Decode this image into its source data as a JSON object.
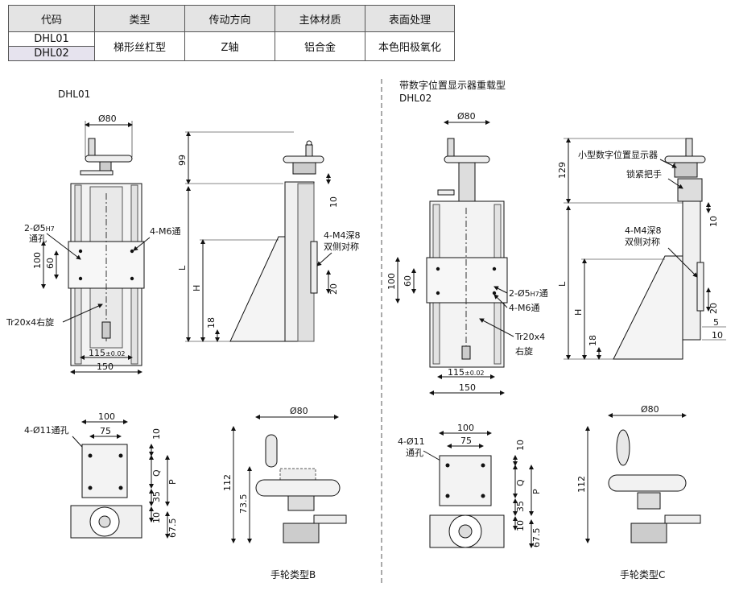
{
  "table": {
    "headers": [
      "代码",
      "类型",
      "传动方向",
      "主体材质",
      "表面处理"
    ],
    "models": [
      "DHL01",
      "DHL02"
    ],
    "type": "梯形丝杠型",
    "direction": "Z轴",
    "material": "铝合金",
    "surface": "本色阳极氧化"
  },
  "left": {
    "title": "DHL01",
    "dim_dia80": "Ø80",
    "hole_callout_1": "2-Ø5",
    "hole_callout_sub": "H7",
    "hole_callout_2": "通孔",
    "thread_callout": "4-M6通",
    "dim_100": "100",
    "dim_60": "60",
    "screw_callout": "Tr20x4右旋",
    "dim_115": "115",
    "dim_115_tol": "±0.02",
    "dim_150": "150",
    "side_dim_99": "99",
    "side_dim_10": "10",
    "side_dim_L": "L",
    "side_dim_H": "H",
    "side_dim_18": "18",
    "side_callout_1": "4-M4深8",
    "side_callout_2": "双侧对称",
    "side_dim_20": "20",
    "bottom_callout": "4-Ø11通孔",
    "bottom_dim_100": "100",
    "bottom_dim_75": "75",
    "bottom_dim_10a": "10",
    "bottom_dim_Q": "Q",
    "bottom_dim_P": "P",
    "bottom_dim_35": "35",
    "bottom_dim_10b": "10",
    "bottom_dim_675": "67.5",
    "wheel_dim_80": "Ø80",
    "wheel_dim_112": "112",
    "wheel_dim_735": "73.5",
    "wheel_caption": "手轮类型B"
  },
  "right": {
    "title_1": "带数字位置显示器重载型",
    "title_2": "DHL02",
    "dim_dia80": "Ø80",
    "dim_100": "100",
    "dim_60": "60",
    "hole_callout": "2-Ø5",
    "hole_callout_sub": "H7",
    "hole_callout_suffix": "通",
    "thread_callout": "4-M6通",
    "screw_callout_1": "Tr20x4",
    "screw_callout_2": "右旋",
    "dim_115": "115",
    "dim_115_tol": "±0.02",
    "dim_150": "150",
    "side_dim_129": "129",
    "display_callout": "小型数字位置显示器",
    "lock_callout": "锁紧把手",
    "side_dim_10": "10",
    "side_callout_1": "4-M4深8",
    "side_callout_2": "双侧对称",
    "side_dim_L": "L",
    "side_dim_H": "H",
    "side_dim_18": "18",
    "side_dim_20": "20",
    "side_dim_5": "5",
    "side_dim_10b": "10",
    "bottom_callout_1": "4-Ø11",
    "bottom_callout_2": "通孔",
    "bottom_dim_100": "100",
    "bottom_dim_75": "75",
    "bottom_dim_10a": "10",
    "bottom_dim_Q": "Q",
    "bottom_dim_P": "P",
    "bottom_dim_35": "35",
    "bottom_dim_10b": "10",
    "bottom_dim_675": "67.5",
    "wheel_dim_80": "Ø80",
    "wheel_dim_112": "112",
    "wheel_caption": "手轮类型C"
  }
}
